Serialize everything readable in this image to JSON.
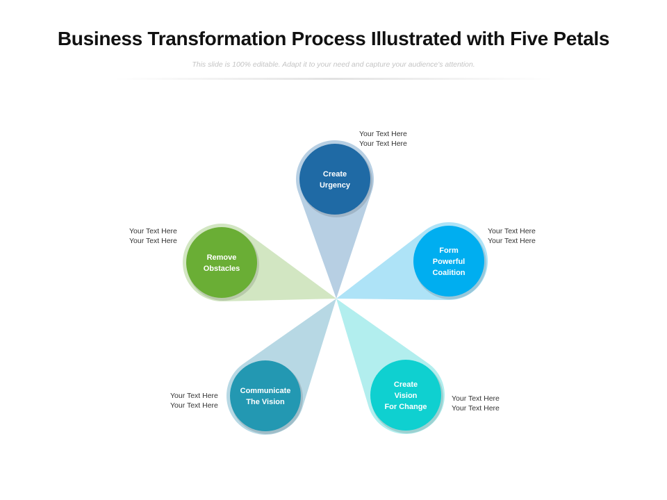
{
  "header": {
    "title": "Business Transformation Process Illustrated with Five Petals",
    "subtitle": "This slide is 100% editable. Adapt it to your need and capture your audience's attention."
  },
  "petals": [
    {
      "label": "Create\nUrgency",
      "color": "#1f6aa5",
      "petal_color": "#b7cfe3",
      "notes": [
        "Your Text Here",
        "Your Text Here"
      ]
    },
    {
      "label": "Form\nPowerful\nCoalition",
      "color": "#00aef0",
      "petal_color": "#aee3f7",
      "notes": [
        "Your Text Here",
        "Your Text Here"
      ]
    },
    {
      "label": "Create\nVision\nFor Change",
      "color": "#0fd0d0",
      "petal_color": "#b2eeee",
      "notes": [
        "Your Text Here",
        "Your Text Here"
      ]
    },
    {
      "label": "Communicate\nThe Vision",
      "color": "#2398b2",
      "petal_color": "#b7d8e4",
      "notes": [
        "Your Text Here",
        "Your Text Here"
      ]
    },
    {
      "label": "Remove\nObstacles",
      "color": "#6aae35",
      "petal_color": "#d2e6c2",
      "notes": [
        "Your Text Here",
        "Your Text Here"
      ]
    }
  ]
}
